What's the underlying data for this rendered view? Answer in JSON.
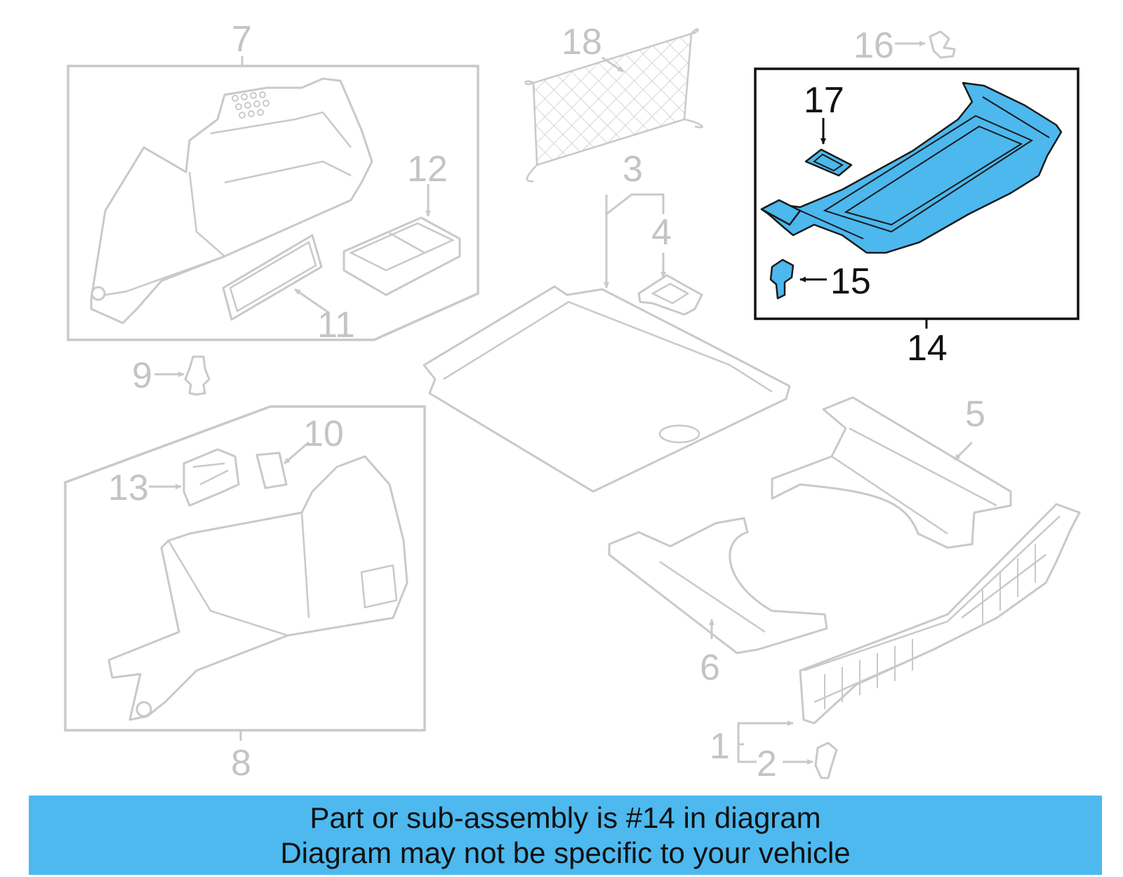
{
  "callouts": {
    "n1": "1",
    "n2": "2",
    "n3": "3",
    "n4": "4",
    "n5": "5",
    "n6": "6",
    "n7": "7",
    "n8": "8",
    "n9": "9",
    "n10": "10",
    "n11": "11",
    "n12": "12",
    "n13": "13",
    "n14": "14",
    "n15": "15",
    "n16": "16",
    "n17": "17",
    "n18": "18"
  },
  "highlighted_part": "14",
  "colors": {
    "highlight": "#4cb8ee",
    "banner": "#4db9ef",
    "greyed": "#c9c9c9"
  },
  "banner": {
    "line1": "Part or sub-assembly is #14 in diagram",
    "line2": "Diagram may not be specific to your vehicle"
  }
}
